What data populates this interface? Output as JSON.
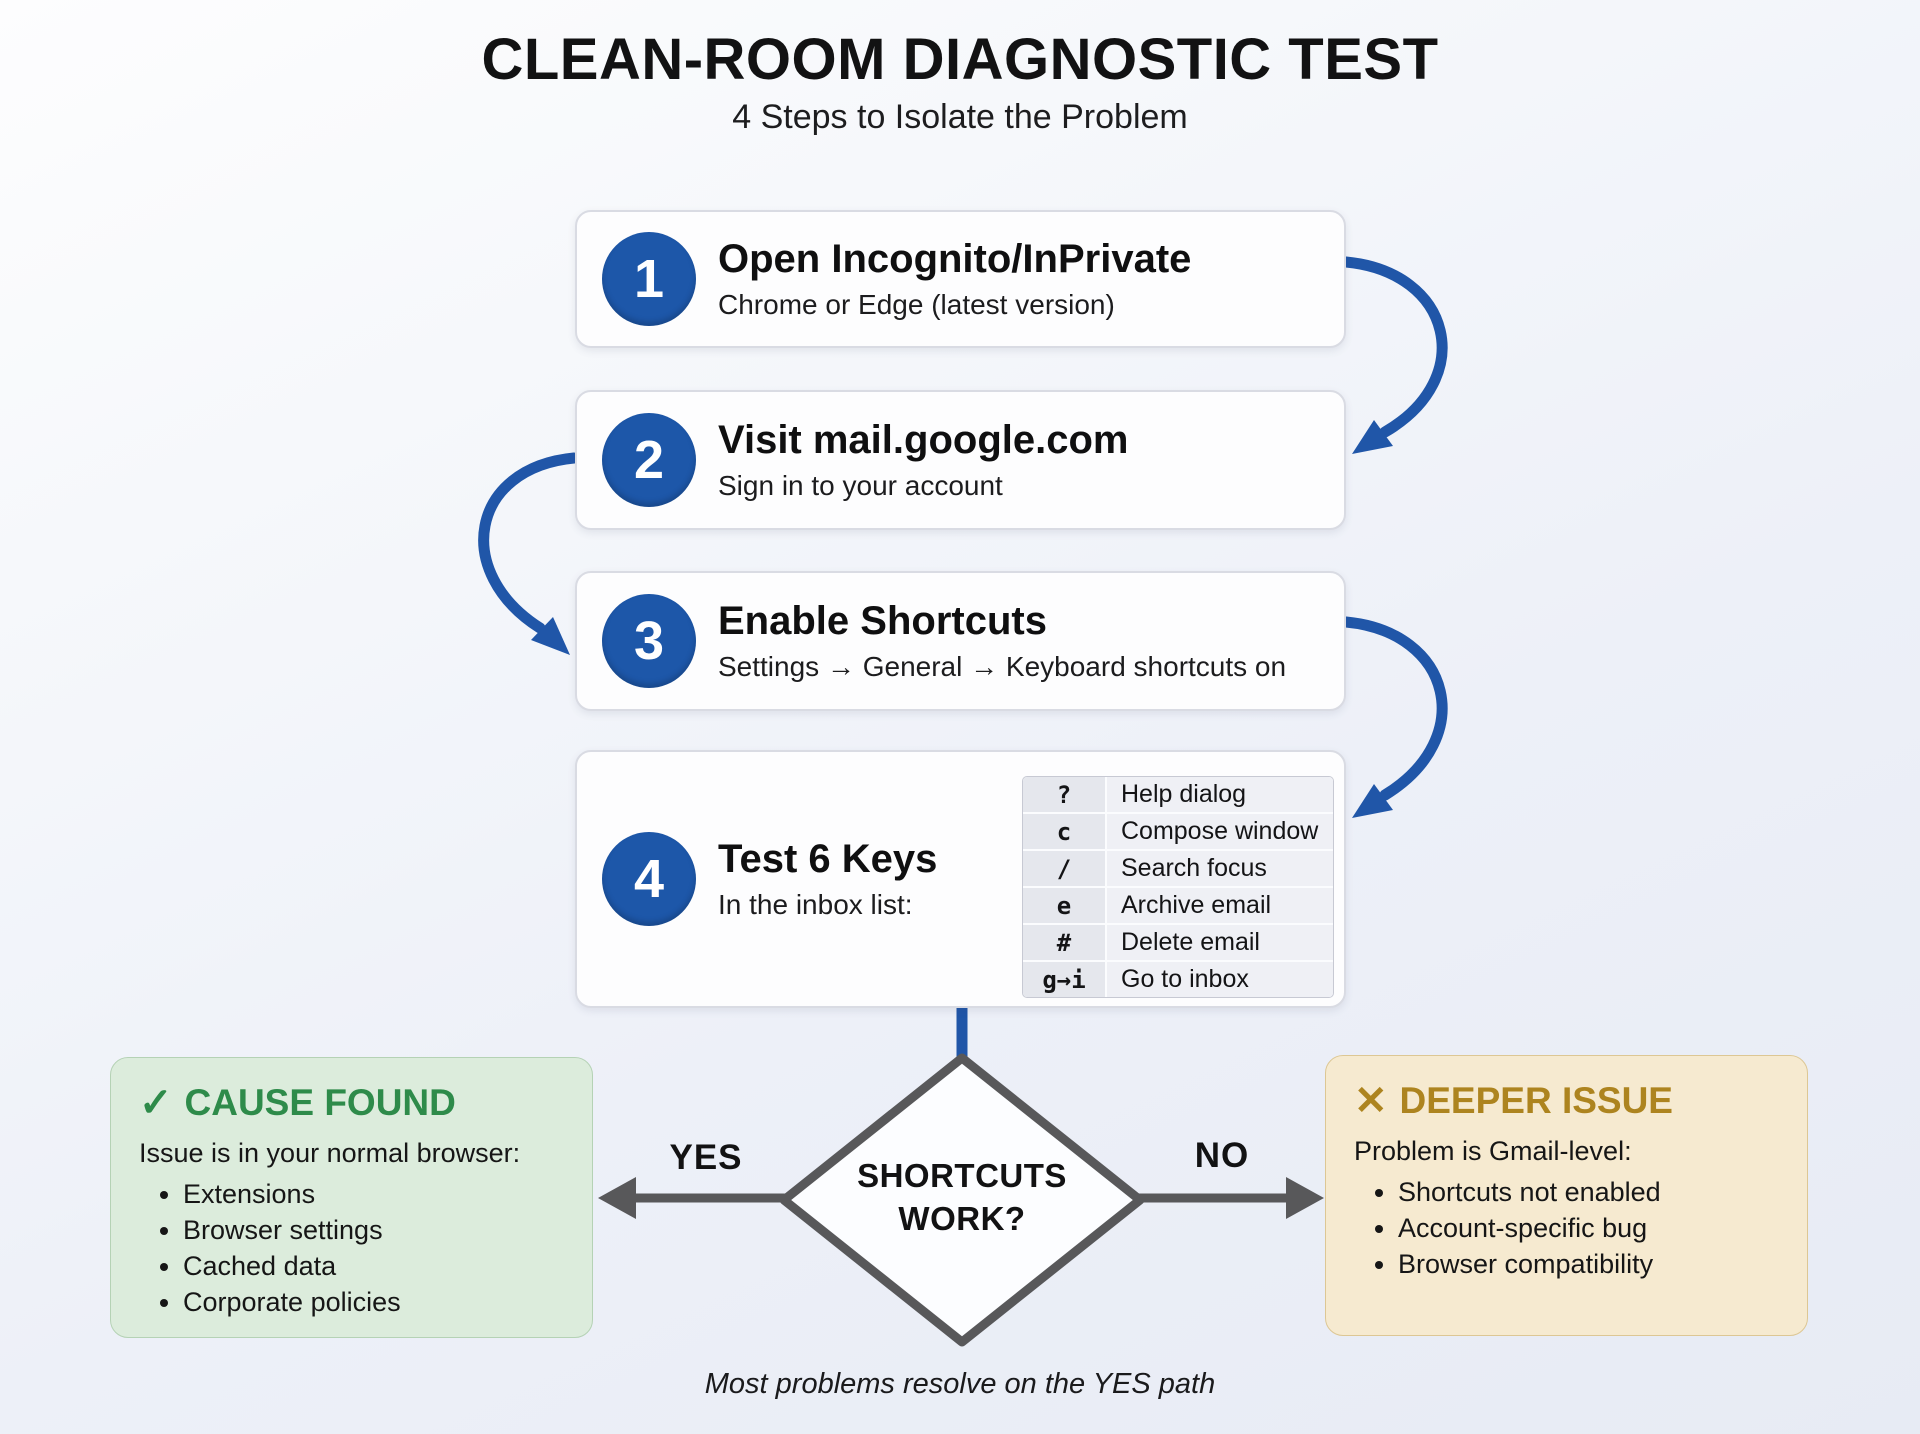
{
  "page": {
    "title": "CLEAN-ROOM DIAGNOSTIC TEST",
    "subtitle": "4 Steps to Isolate the Problem",
    "footer_note": "Most problems resolve on the YES path"
  },
  "steps": [
    {
      "number": "1",
      "title": "Open Incognito/InPrivate",
      "subtitle": "Chrome or Edge (latest version)"
    },
    {
      "number": "2",
      "title": "Visit mail.google.com",
      "subtitle": "Sign in to your account"
    },
    {
      "number": "3",
      "title": "Enable Shortcuts",
      "subtitle": "Settings → General → Keyboard shortcuts on"
    },
    {
      "number": "4",
      "title": "Test 6 Keys",
      "subtitle": "In the inbox list:"
    }
  ],
  "shortcuts": [
    {
      "key": "?",
      "action": "Help dialog"
    },
    {
      "key": "c",
      "action": "Compose window"
    },
    {
      "key": "/",
      "action": "Search focus"
    },
    {
      "key": "e",
      "action": "Archive email"
    },
    {
      "key": "#",
      "action": "Delete email"
    },
    {
      "key": "g→i",
      "action": "Go to inbox"
    }
  ],
  "decision": {
    "line1": "SHORTCUTS",
    "line2": "WORK?",
    "yes_label": "YES",
    "no_label": "NO"
  },
  "outcomes": {
    "yes": {
      "icon": "✓",
      "title": "CAUSE FOUND",
      "intro": "Issue is in your normal browser:",
      "bullets": [
        "Extensions",
        "Browser settings",
        "Cached data",
        "Corporate policies"
      ]
    },
    "no": {
      "icon": "✕",
      "title": "DEEPER ISSUE",
      "intro": "Problem is Gmail-level:",
      "bullets": [
        "Shortcuts not enabled",
        "Account-specific bug",
        "Browser compatibility"
      ]
    }
  },
  "colors": {
    "accent_blue": "#1d57a9",
    "connector_gray": "#58585a",
    "success_green": "#2e8b4a",
    "success_bg": "#dcecdc",
    "warning_gold": "#ad841f",
    "warning_bg": "#f6ead0"
  }
}
